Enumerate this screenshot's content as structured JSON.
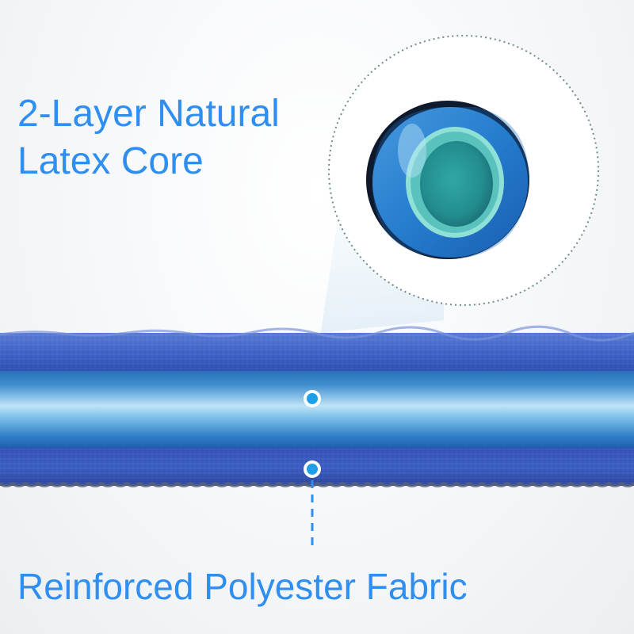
{
  "callout_top": {
    "line1": "2-Layer Natural",
    "line2": "Latex Core"
  },
  "callout_bottom": {
    "text": "Reinforced Polyester Fabric"
  },
  "colors": {
    "label_blue": "#2f8ff0",
    "fabric_blue": "#3a5fc6",
    "core_blue": "#4aa0d6",
    "inner_teal": "#5fc9c4",
    "marker": "#1ea0e8"
  }
}
